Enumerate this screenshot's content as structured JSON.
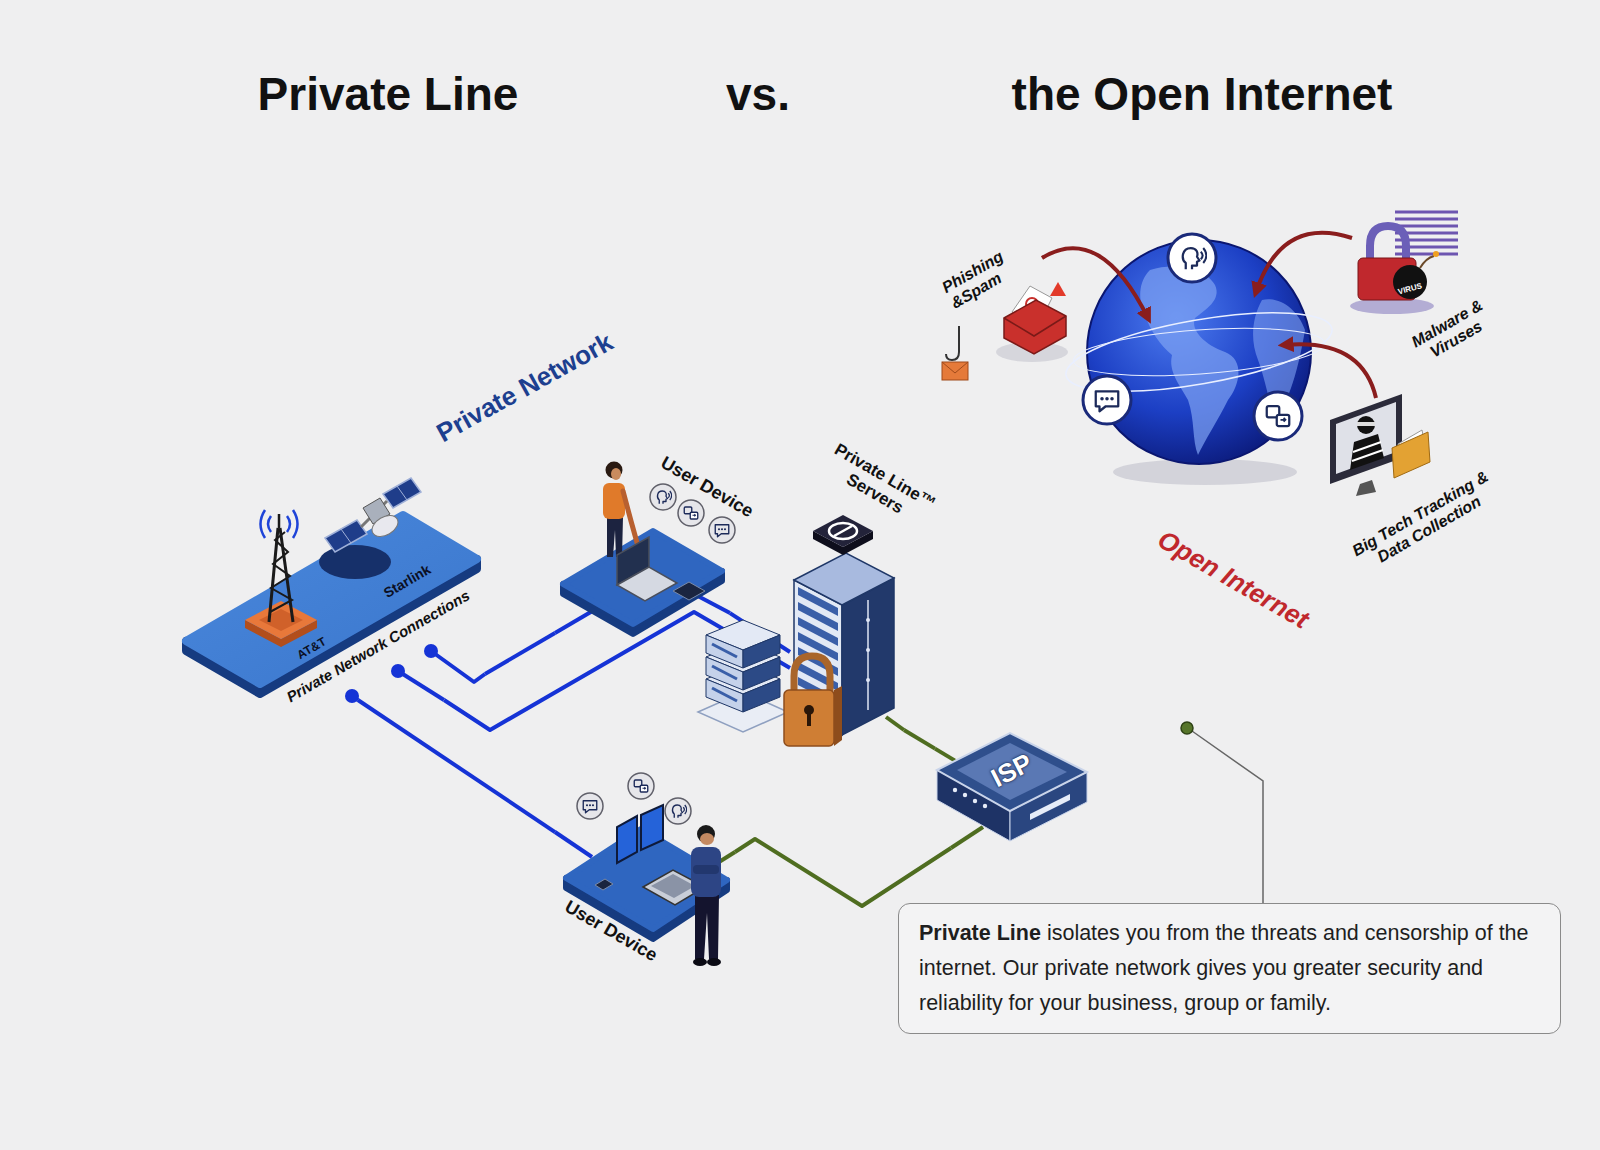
{
  "diagram": {
    "nodes": [
      {
        "text": [
          "Private Network"
        ]
      },
      {
        "text": [
          "AT&T",
          "Starlink",
          "Private Network Connections"
        ],
        "in": 0
      },
      {
        "text": [
          "User Device"
        ],
        "in": 0
      },
      {
        "text": [
          "Private Line™ Servers"
        ],
        "in": 0
      },
      {
        "text": [
          "ISP"
        ],
        "in": 0
      },
      {
        "text": [
          "User Device"
        ],
        "in": 0
      },
      {
        "text": [
          "Private Line",
          "isolates you from the threats and censorship of the internet. Our private network gives you greater security and reliability for your business, group or family."
        ]
      }
    ],
    "edges": [
      {
        "from": 1,
        "to": 2,
        "arrow": "none"
      },
      {
        "from": 1,
        "to": 3,
        "arrow": "none"
      },
      {
        "from": 1,
        "to": 5,
        "arrow": "none"
      },
      {
        "from": 2,
        "to": 3,
        "arrow": "none"
      },
      {
        "from": 3,
        "to": 4,
        "arrow": "none"
      },
      {
        "from": 5,
        "to": 4,
        "arrow": "none"
      }
    ],
    "labels": [
      "Private Line",
      "vs.",
      "the Open Internet",
      "Phishing &Spam",
      "VIRUS",
      "Malware & Viruses",
      "Big Tech Tracking & Data Collection",
      "Open Internet"
    ]
  }
}
